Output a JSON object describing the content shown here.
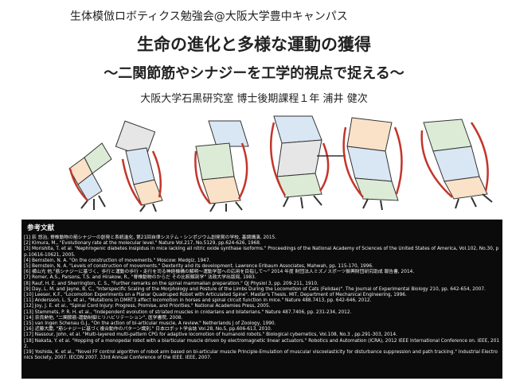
{
  "slide": {
    "event": "生体模倣ロボティクス勉強会@大阪大学豊中キャンパス",
    "title": "生命の進化と多様な運動の獲得",
    "subtitle": "〜二関節筋やシナジーを工学的視点で捉える〜",
    "author": "大阪大学石黒研究室  博士後期課程１年  浦井  健次"
  },
  "references": {
    "heading": "参考文献",
    "items": [
      "[1] 荻 悠治, 脊椎動物の筋シナジーの創発と系統進化, 第21回自律システム・シンポジウム創発賞の学校, 基調講演, 2015.",
      "[2] Kimura, M., \"Evolutionary rate at the molecular level.\" Nature Vol.217, No.5129, pp.624-626, 1968.",
      "[3] Morishita, T. et al. \"Nephrogenic diabetes insipidus in mice lacking all nitric oxide synthase isoforms.\" Proceedings of the National Academy of Sciences of the United States of America, Vol.102, No.30, pp.10616-10621, 2005.",
      "[4] Bernstein, N. A. \"On the construction of movements.\" Moscow: Medgiz, 1947.",
      "[5] Bernstein, N. A. \"Levels of construction of movements.\" Dexterity and its development. Lawrence Erlbaum Associates, Mahwah, pp. 115-170, 1996.",
      "[6] 横山光 他,\"筋シナジーに基づく、歩行と運動の歩行・走行を司る神経機構の解明〜運動学習への応用を目指して〜\" 2014 年度 財団法人ミズノスポーツ振興財団研究助成 報告書, 2014.",
      "[7] Romer, A.S., Parsons, T.S. and Hirakow, R., \"脊椎動物のからだ その比較解剖学\" 法政大学出版局, 1983.",
      "[8] Rauf, H. E. and Sherrington, C. S., \"Further remarks on the spinal mammalian preparation.\" QJ Physiol 3, pp. 209-211, 1910.",
      "[9] Day, L. M. and Jayne, B. C., \"Interspecific Scaling of the Morphology and Posture of the Limbs During the Locomotion of Cats (Felidae)\". The Journal of Experimental Biology 210, pp. 642-654, 2007.",
      "[10] Leeser, K.F., \"Locomotion Experiments on a Planar Quadruped Robot with Articulated Spine\". Master's Thesis. MIT, Department of Mechanical Engineering, 1996.",
      "[11] Andersson, L. S. et al., \"Mutations in DMRT3 affect locomotion in horses and spinal circuit function in mice.\" Nature 488.7413, pp. 642-646, 2012.",
      "[12] Joy, J. E. et al., \"Spinal Cord Injury: Progress, Promise, and Priorities.\" National Academies Press, 2005.",
      "[13] Stemmets, P. R. H. et al., \"Independent evolution of striated muscles in cnidarians and bilaterians.\" Nature 487.7406, pp. 231-234, 2012.",
      "[14] 奈良勲他, \"二関節筋-運動制御とリハビリテーション\", 医学書院, 2008.",
      "[15] van Ingen Schenau G.J., \"On the action of bi-articular muscle, A review.\" Netherlands J of Zoology, 1990.",
      "[16] 近藤大慶, \"筋シナジーに基づく複合動作のパターン識別.\" 日本ロボット学会誌 Vol.28, No.5, pp.606-613, 2010.",
      "[17] Nassour, John, et al. \"Multi-layered multi-pattern CPG for adaptive locomotion of humanoid robots.\" Biological cybernetics, Vol.108, No.3 , pp.291-303, 2014.",
      "[18] Nakata, Y. et al. \"Hopping of a monopedal robot with a biarticular muscle driven by electromagnetic linear actuators.\" Robotics and Automation (ICRA), 2012 IEEE International Conference on. IEEE, 2012.",
      "[19] Yoshida, K. et al., \"Novel FF control algorithm of robot arm based on bi-articular muscle Principle-Emulation of muscular viscoelasticity for disturbance suppression and path tracking.\" Industrial Electronics Society, 2007. IECON 2007. 33rd Annual Conference of the IEEE. IEEE, 2007."
    ]
  },
  "colors": {
    "background": "#ffffff",
    "text": "#222222",
    "ref_panel": "#0b0b0b",
    "ref_text": "#f2f2f2",
    "fill_blue": "#d9e6f3",
    "fill_orange": "#f9e2c8",
    "fill_green": "#dcebd6",
    "fill_gray": "#e6e6e6",
    "muscle_red": "#c2352a",
    "stroke_dark": "#333333"
  }
}
